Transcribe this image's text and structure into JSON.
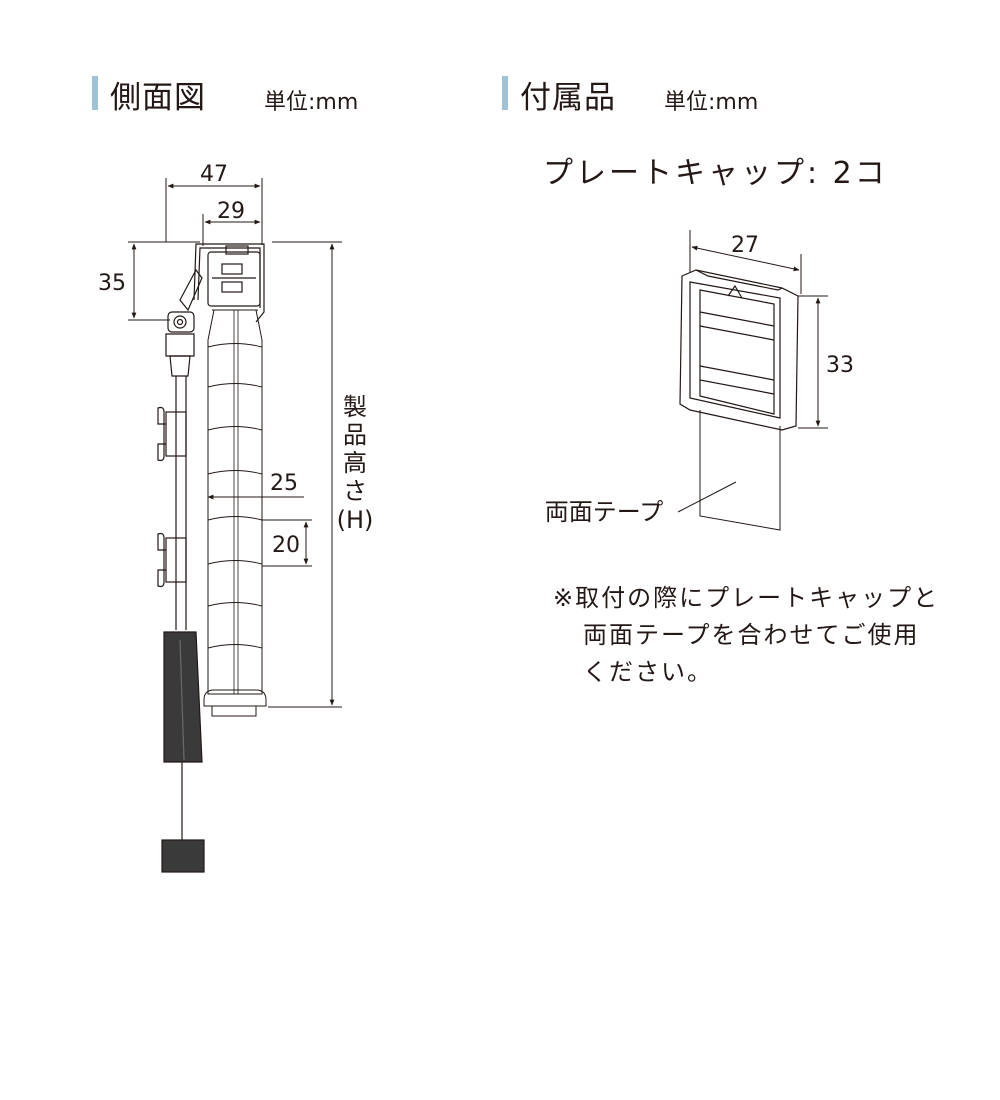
{
  "side_view": {
    "title": "側面図",
    "unit": "単位:mm",
    "dim_width_total": "47",
    "dim_width_inner": "29",
    "dim_height_head": "35",
    "dim_ladder_width": "25",
    "dim_pitch": "20",
    "label_height_chars": [
      "製",
      "品",
      "高",
      "さ",
      "(H)"
    ]
  },
  "accessories": {
    "title": "付属品",
    "unit": "単位:mm",
    "item_name": "プレートキャップ: 2コ",
    "dim_width": "27",
    "dim_height": "33",
    "tape_label": "両面テープ",
    "note_lines": [
      "※取付の際にプレートキャップと",
      "両面テープを合わせてご使用",
      "ください。"
    ]
  },
  "colors": {
    "accent_bar": "#9fc3d6",
    "line": "#231815",
    "stick": "#3a3a3a"
  }
}
